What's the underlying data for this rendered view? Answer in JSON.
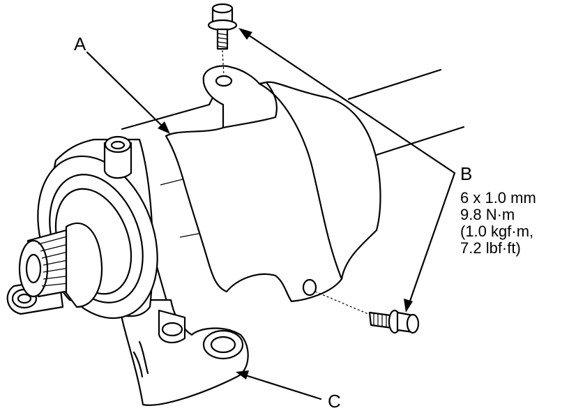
{
  "callouts": {
    "a": {
      "letter": "A"
    },
    "b": {
      "letter": "B",
      "spec_lines": [
        "6 x 1.0 mm",
        "9.8 N·m",
        "(1.0 kgf·m,",
        "7.2 lbf·ft)"
      ]
    },
    "c": {
      "letter": "C"
    }
  }
}
